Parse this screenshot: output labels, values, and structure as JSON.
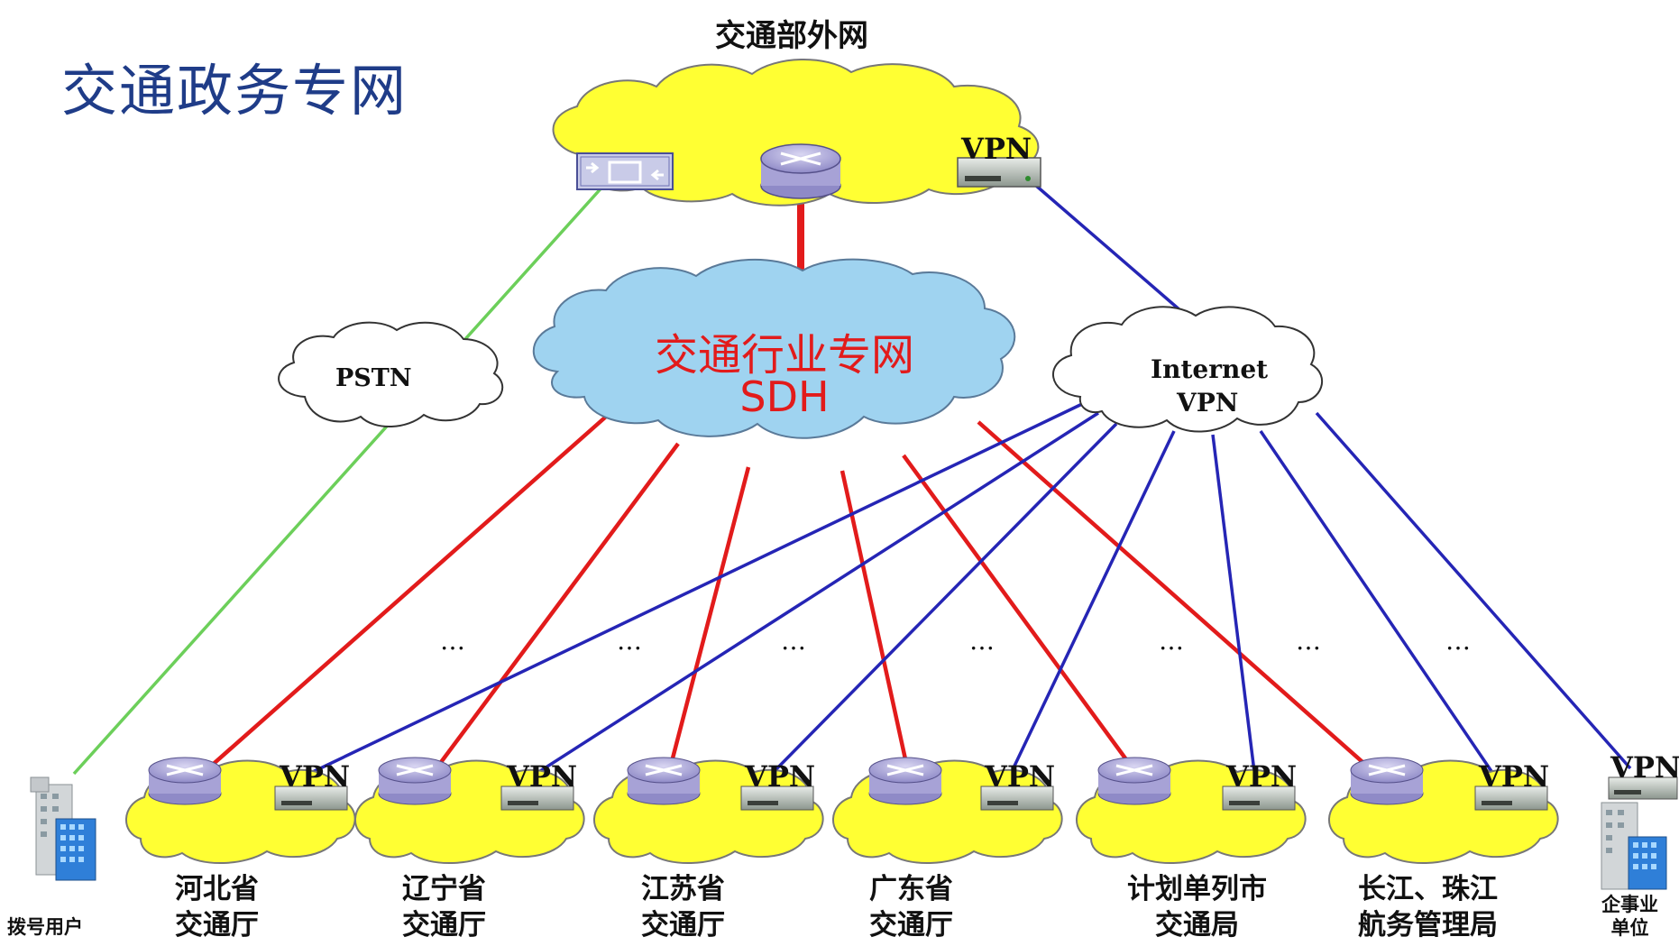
{
  "header": {
    "title": "交通政务专网"
  },
  "top_cloud": {
    "label": "交通部外网",
    "vpn_label": "VPN"
  },
  "center_cloud": {
    "line1": "交通行业专网",
    "line2": "SDH"
  },
  "pstn_cloud": {
    "label": "PSTN"
  },
  "internet_cloud": {
    "line1": "Internet",
    "line2": "VPN"
  },
  "ellipsis": "…",
  "colors": {
    "cloud_yellow": "#ffff33",
    "cloud_blue": "#9fd3f0",
    "red_link": "#e21b1b",
    "blue_link": "#2525b5",
    "green_link": "#6ccf5a",
    "title_blue": "#1f3c88"
  },
  "nodes": [
    {
      "line1": "河北省",
      "line2": "交通厅",
      "vpn": "VPN"
    },
    {
      "line1": "辽宁省",
      "line2": "交通厅",
      "vpn": "VPN"
    },
    {
      "line1": "江苏省",
      "line2": "交通厅",
      "vpn": "VPN"
    },
    {
      "line1": "广东省",
      "line2": "交通厅",
      "vpn": "VPN"
    },
    {
      "line1": "计划单列市",
      "line2": "交通局",
      "vpn": "VPN"
    },
    {
      "line1": "长江、珠江",
      "line2": "航务管理局",
      "vpn": "VPN"
    }
  ],
  "dialup": {
    "label": "拨号用户"
  },
  "enterprise": {
    "line1": "企事业",
    "line2": "单位",
    "vpn": "VPN"
  }
}
